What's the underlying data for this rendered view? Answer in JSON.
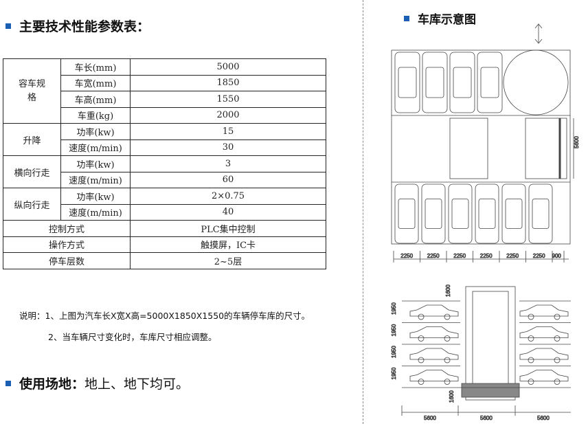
{
  "left_title": "主要技术性能参数表：",
  "right_title": "车库示意图",
  "table": {
    "groups": [
      {
        "label": "容车规格",
        "rows": [
          [
            "车长(mm)",
            "5000"
          ],
          [
            "车宽(mm)",
            "1850"
          ],
          [
            "车高(mm)",
            "1550"
          ],
          [
            "车重(kg)",
            "2000"
          ]
        ]
      },
      {
        "label": "升降",
        "rows": [
          [
            "功率(kw)",
            "15"
          ],
          [
            "速度(m/min)",
            "30"
          ]
        ]
      },
      {
        "label": "横向行走",
        "rows": [
          [
            "功率(kw)",
            "3"
          ],
          [
            "速度(m/min)",
            "60"
          ]
        ]
      },
      {
        "label": "纵向行走",
        "rows": [
          [
            "功率(kw)",
            "2×0.75"
          ],
          [
            "速度(m/min)",
            "40"
          ]
        ]
      }
    ],
    "single_rows": [
      [
        "控制方式",
        "PLC集中控制"
      ],
      [
        "操作方式",
        "触摸屏，IC卡"
      ],
      [
        "停车层数",
        "2~5层"
      ]
    ]
  },
  "notes": [
    "说明：1、上图为汽车长X宽X高=5000X1850X1550的车辆停车库的尺寸。",
    "2、当车辆尺寸变化时，车库尺寸相应调整。"
  ],
  "usage": {
    "label": "使用场地：",
    "value": "地上、地下均可。"
  },
  "top_view": {
    "widths": [
      "2250",
      "2250",
      "2250",
      "2250",
      "2250",
      "2250",
      "900"
    ],
    "depth": "5600"
  },
  "side_view": {
    "level_heights": [
      "1950",
      "1950",
      "1950",
      "1950"
    ],
    "top_clear": "1600",
    "pit": "1600",
    "widths": [
      "5600",
      "5600",
      "5600"
    ]
  },
  "accent": "#1a5fb4"
}
